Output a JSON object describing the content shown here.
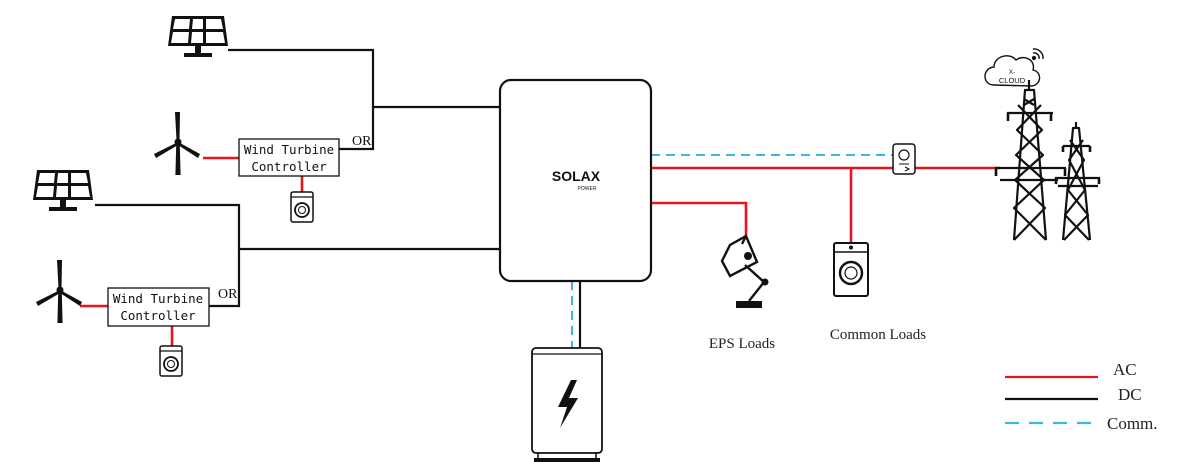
{
  "colors": {
    "ac": "#e8141b",
    "dc": "#111111",
    "comm": "#3fb6e6"
  },
  "wtc_top": {
    "line1": "Wind Turbine",
    "line2": "Controller",
    "or": "OR"
  },
  "wtc_bottom": {
    "line1": "Wind Turbine",
    "line2": "Controller",
    "or": "OR"
  },
  "inverter": {
    "brand": "SOLAX",
    "sub": "POWER"
  },
  "cloud": {
    "line1": "X-",
    "line2": "CLOUD"
  },
  "loads": {
    "eps": "EPS Loads",
    "common": "Common Loads"
  },
  "legend": {
    "ac": "AC",
    "dc": "DC",
    "comm": "Comm."
  },
  "icons": [
    "solar-panel-icon",
    "wind-turbine-icon",
    "dump-load-icon",
    "inverter-icon",
    "battery-icon",
    "lamp-icon",
    "washing-machine-icon",
    "meter-icon",
    "cloud-icon",
    "transmission-tower-icon"
  ]
}
